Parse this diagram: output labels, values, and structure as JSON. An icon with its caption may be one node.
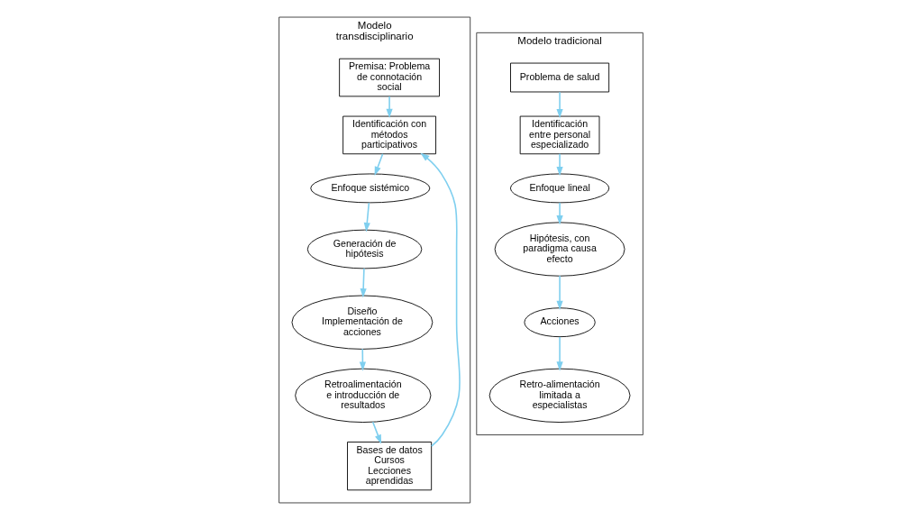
{
  "diagram": {
    "nodes": [
      {
        "text": [
          "Modelo transdisciplinario"
        ]
      },
      {
        "text": [
          "Premisa: Problema de connotación social"
        ],
        "in": 0
      },
      {
        "text": [
          "Identificación con métodos participativos"
        ],
        "in": 0
      },
      {
        "text": [
          "Enfoque sistémico"
        ],
        "in": 0
      },
      {
        "text": [
          "Retroalimentación e introducción de resultados"
        ],
        "in": 0
      },
      {
        "text": [
          "Bases de datos",
          "Cursos",
          "Lecciones aprendidas"
        ],
        "in": 0
      },
      {
        "text": [
          "Diseño",
          "Implementación de acciones"
        ],
        "in": 0
      },
      {
        "text": [
          "Generación de hipótesis"
        ],
        "in": 0
      },
      {
        "text": [
          "Modelo tradicional"
        ]
      },
      {
        "text": [
          "Problema de salud"
        ],
        "in": 8
      },
      {
        "text": [
          "Identificación entre personal especializado"
        ],
        "in": 8
      },
      {
        "text": [
          "Enfoque lineal"
        ],
        "in": 8
      },
      {
        "text": [
          "Hipótesis, con paradigma causa efecto"
        ],
        "in": 8
      },
      {
        "text": [
          "Acciones"
        ],
        "in": 8
      },
      {
        "text": [
          "Retro-alimentación limitada a especialistas"
        ],
        "in": 8
      }
    ],
    "edges": [
      {
        "from": 1,
        "to": 2,
        "arrow": "to"
      },
      {
        "from": 2,
        "to": 3,
        "arrow": "to"
      },
      {
        "from": 5,
        "to": 2,
        "arrow": "to"
      },
      {
        "from": 4,
        "to": 5,
        "arrow": "to"
      },
      {
        "from": 6,
        "to": 4,
        "arrow": "to"
      },
      {
        "from": 7,
        "to": 6,
        "arrow": "to"
      },
      {
        "from": 3,
        "to": 7,
        "arrow": "to"
      },
      {
        "from": 9,
        "to": 10,
        "arrow": "to"
      },
      {
        "from": 10,
        "to": 11,
        "arrow": "to"
      },
      {
        "from": 11,
        "to": 12,
        "arrow": "to"
      },
      {
        "from": 12,
        "to": 13,
        "arrow": "to"
      },
      {
        "from": 13,
        "to": 14,
        "arrow": "to"
      }
    ]
  }
}
